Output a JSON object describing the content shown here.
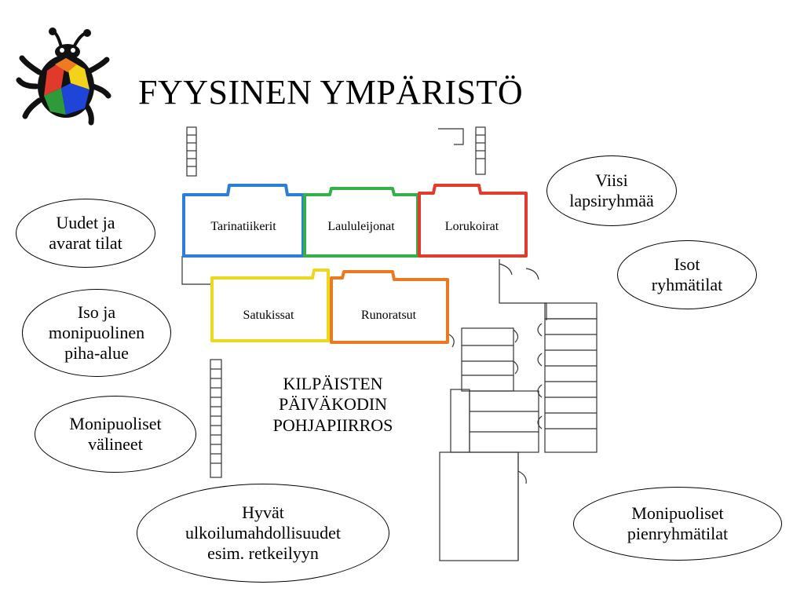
{
  "title": "FYYSINEN YMPÄRISTÖ",
  "logo_icon": "ladybug-icon",
  "rooms": [
    {
      "label": "Tarinatiikerit",
      "color": "#2b7fd8"
    },
    {
      "label": "Laululeijonat",
      "color": "#33b04a"
    },
    {
      "label": "Lorukoirat",
      "color": "#e23b2e"
    },
    {
      "label": "Satukissat",
      "color": "#ecd81e"
    },
    {
      "label": "Runoratsut",
      "color": "#ea7a22"
    }
  ],
  "plan_caption": "KILPÄISTEN\nPÄIVÄKODIN\nPOHJAPIIRROS",
  "bubbles": {
    "viisi": "Viisi\nlapsiryhmää",
    "uudet": "Uudet ja\navarat tilat",
    "isot": "Isot\nryhmätilat",
    "piha": "Iso ja\nmonipuolinen\npiha-alue",
    "valineet": "Monipuoliset\nvälineet",
    "ulkoilu": "Hyvät\nulkoilumahdollisuudet\nesim. retkeilyyn",
    "pienryhma": "Monipuoliset\npienryhmätilat"
  }
}
